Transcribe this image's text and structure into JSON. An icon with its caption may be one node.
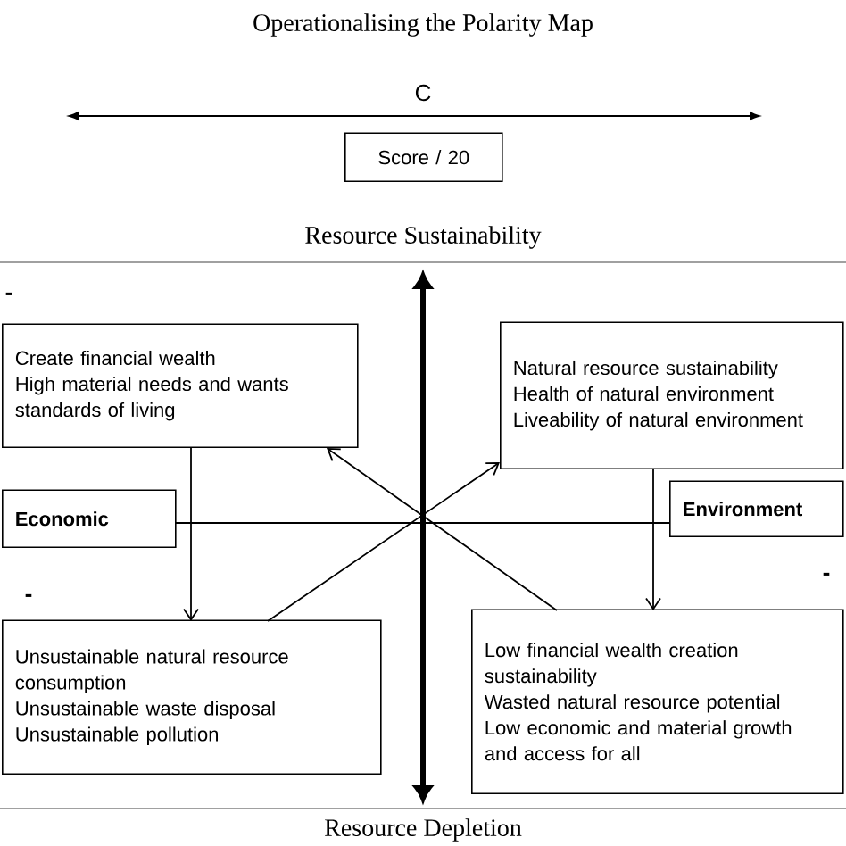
{
  "diagram": {
    "title": "Operationalising the Polarity Map",
    "nodes": [
      {
        "text": [
          "Score / 20"
        ]
      },
      {
        "text": [
          "Create financial wealth",
          "High material needs and wants standards of living"
        ]
      },
      {
        "text": [
          "Economic"
        ]
      },
      {
        "text": [
          "Natural resource sustainability",
          "Health of natural environment",
          "Liveability of natural environment"
        ]
      },
      {
        "text": [
          "Environment"
        ]
      },
      {
        "text": [
          "Unsustainable natural resource consumption",
          "Unsustainable waste disposal",
          "Unsustainable pollution"
        ]
      },
      {
        "text": [
          "Low financial wealth creation sustainability",
          "Wasted natural resource potential",
          "Low economic and material growth and access for all"
        ]
      }
    ],
    "edges": [
      {
        "from": 1,
        "to": 5,
        "arrow": "to"
      },
      {
        "from": 5,
        "to": 3,
        "arrow": "to"
      },
      {
        "from": 3,
        "to": 6,
        "arrow": "to"
      },
      {
        "from": 6,
        "to": 1,
        "arrow": "to"
      },
      {
        "from": 2,
        "to": 4,
        "arrow": "none"
      }
    ],
    "labels": [
      "C",
      "Resource Sustainability",
      "-",
      "-",
      "-",
      "Resource Depletion"
    ]
  }
}
